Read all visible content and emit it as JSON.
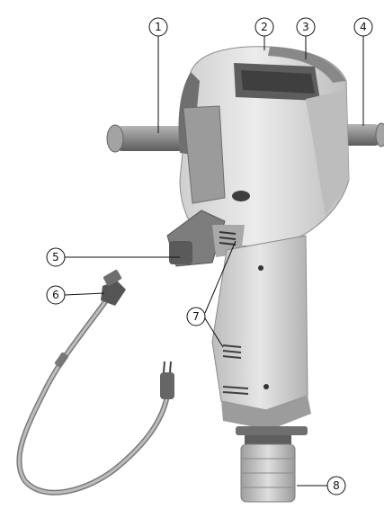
{
  "callouts": [
    {
      "id": "1",
      "label": "1"
    },
    {
      "id": "2",
      "label": "2"
    },
    {
      "id": "3",
      "label": "3"
    },
    {
      "id": "4",
      "label": "4"
    },
    {
      "id": "5",
      "label": "5"
    },
    {
      "id": "6",
      "label": "6"
    },
    {
      "id": "7",
      "label": "7"
    },
    {
      "id": "8",
      "label": "8"
    }
  ],
  "colors": {
    "body_light": "#e3e3e3",
    "body_mid": "#c9c9c9",
    "body_dark": "#7c7c7c",
    "body_darkest": "#4a4a4a",
    "handle": "#8c8c8c",
    "cable": "#9a9a9a",
    "chuck": "#bdbdbd"
  },
  "icons": [
    "vent-slots",
    "power-plug",
    "cable-connector"
  ]
}
